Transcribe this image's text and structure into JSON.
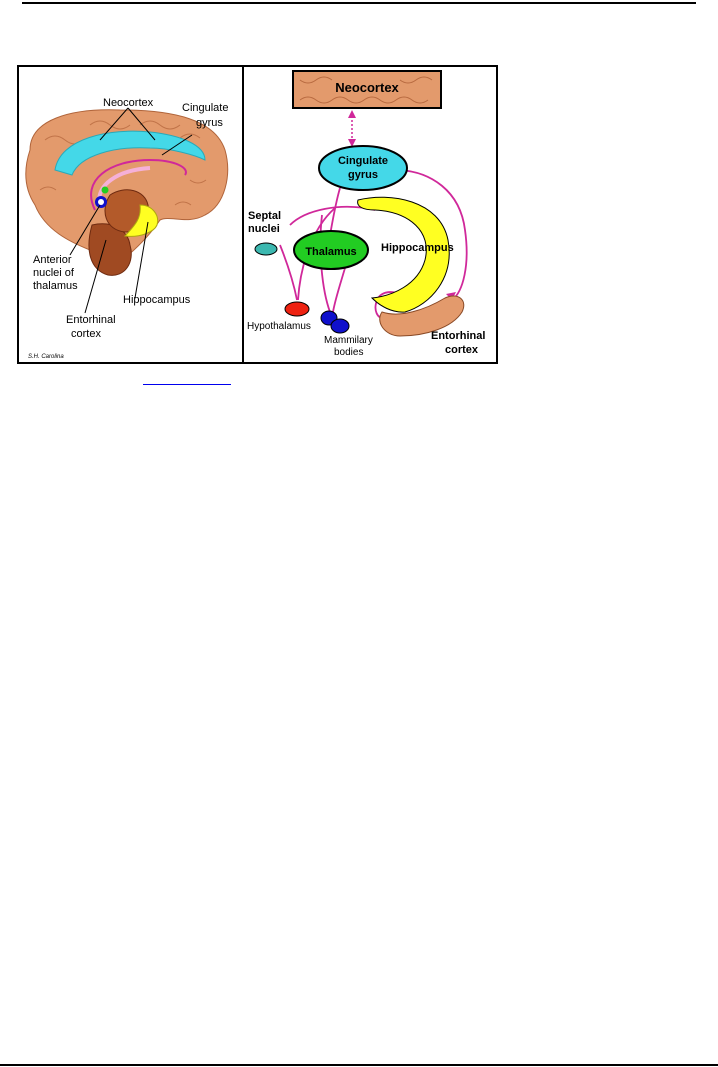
{
  "figure": {
    "left_panel": {
      "labels": {
        "neocortex": "Neocortex",
        "cingulate_1": "Cingulate",
        "cingulate_2": "gyrus",
        "anterior_1": "Anterior",
        "anterior_2": "nuclei of",
        "anterior_3": "thalamus",
        "hippocampus": "Hippocampus",
        "entorhinal_1": "Entorhinal",
        "entorhinal_2": "cortex",
        "signature": "S.H. Carolina"
      }
    },
    "right_panel": {
      "labels": {
        "neocortex": "Neocortex",
        "cingulate_1": "Cingulate",
        "cingulate_2": "gyrus",
        "septal_1": "Septal",
        "septal_2": "nuclei",
        "thalamus": "Thalamus",
        "hippocampus": "Hippocampus",
        "hypothalamus": "Hypothalamus",
        "mammillary_1": "Mammilary",
        "mammillary_2": "bodies",
        "entorhinal_1": "Entorhinal",
        "entorhinal_2": "cortex"
      }
    },
    "colors": {
      "tissue": "#e39a6c",
      "cingulate": "#44d8e8",
      "thalamus": "#22cc22",
      "hippocampus": "#ffff22",
      "pathway": "#d0289a",
      "hypothalamus": "#ee2211",
      "mammillary": "#1010cc"
    }
  }
}
